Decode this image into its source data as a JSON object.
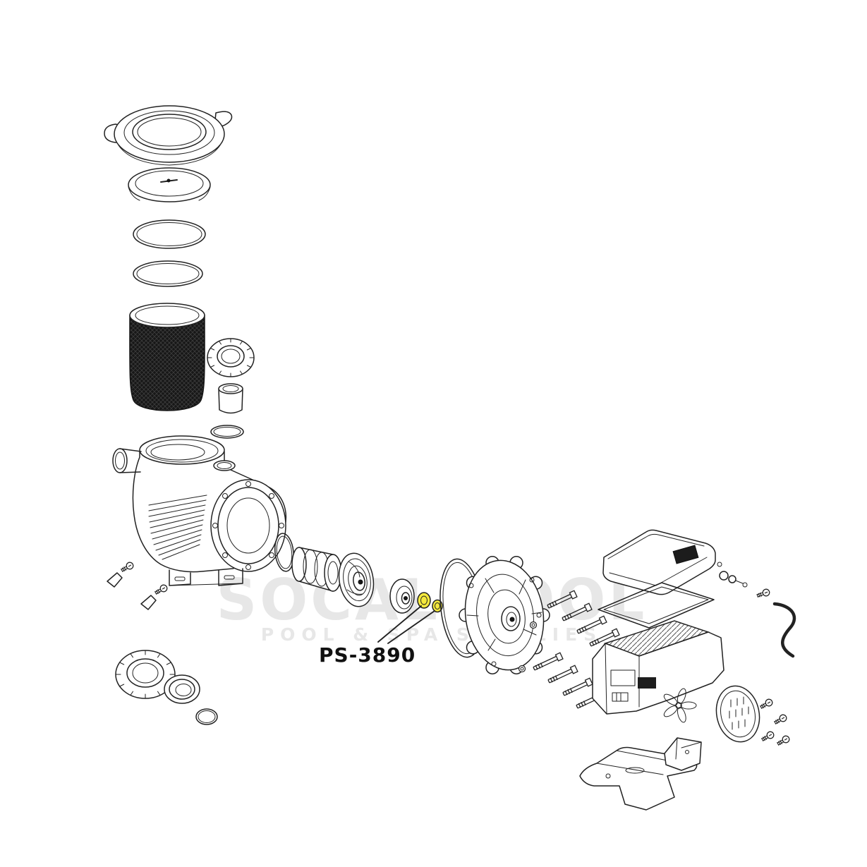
{
  "diagram": {
    "part_label": "PS-3890",
    "highlight_color": "#f5e93d",
    "line_color": "#222222",
    "background_color": "#ffffff"
  },
  "watermark": {
    "line1": "SOCAL POOL",
    "line2": "POOL & SPA SUPPLIES",
    "color": "#e7e7e7"
  }
}
